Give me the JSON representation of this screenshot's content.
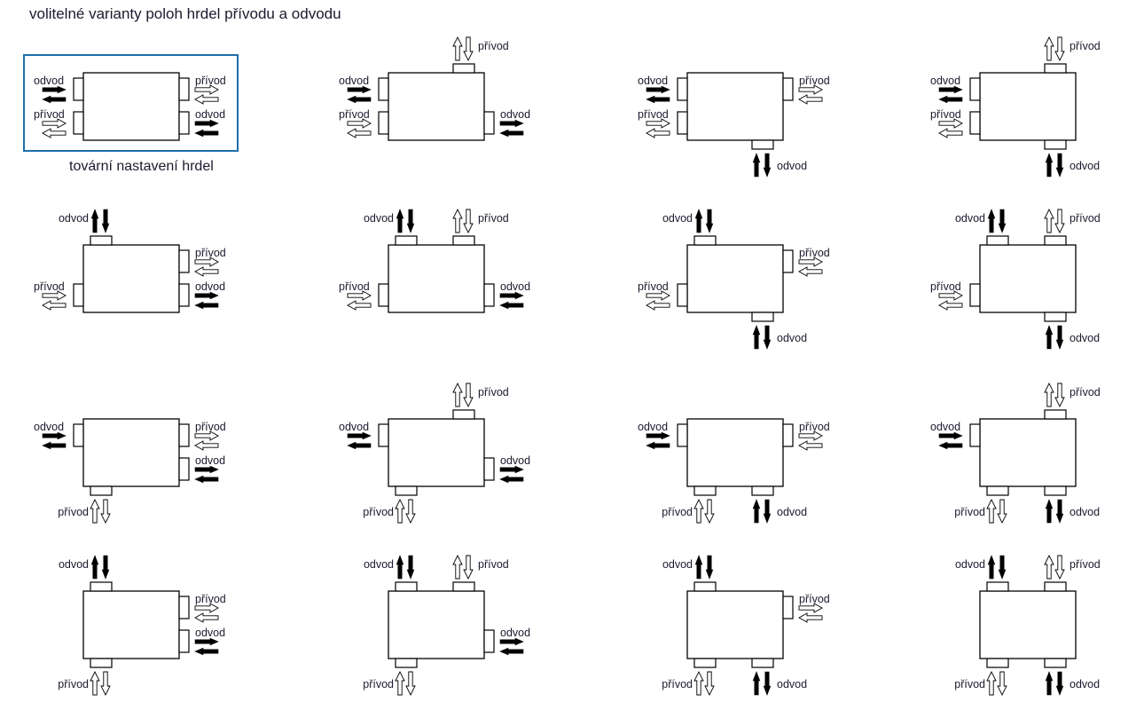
{
  "title": "volitelné varianty poloh hrdel přívodu a odvodu",
  "factory_label": "tovární nastavení hrdel",
  "legend": {
    "odvod": {
      "label": "odvod",
      "arrow_style": "filled-black"
    },
    "privod": {
      "label": "přívod",
      "arrow_style": "outlined-white"
    }
  },
  "colors": {
    "frame": "#1e6fa8",
    "line": "#000000",
    "text": "#1a1a2e"
  },
  "variants": [
    {
      "id": 1,
      "factory": true,
      "ports": {
        "left_top": "odvod",
        "left_bottom": "privod",
        "right_top": "privod",
        "right_bottom": "odvod"
      }
    },
    {
      "id": 2,
      "factory": false,
      "ports": {
        "left_top": "odvod",
        "left_bottom": "privod",
        "top_right": "privod",
        "right_bottom": "odvod"
      }
    },
    {
      "id": 3,
      "factory": false,
      "ports": {
        "left_top": "odvod",
        "left_bottom": "privod",
        "right_top": "privod",
        "bottom_right": "odvod"
      }
    },
    {
      "id": 4,
      "factory": false,
      "ports": {
        "left_top": "odvod",
        "left_bottom": "privod",
        "top_right": "privod",
        "bottom_right": "odvod"
      }
    },
    {
      "id": 5,
      "factory": false,
      "ports": {
        "top_left": "odvod",
        "left_bottom": "privod",
        "right_top": "privod",
        "right_bottom": "odvod"
      }
    },
    {
      "id": 6,
      "factory": false,
      "ports": {
        "top_left": "odvod",
        "top_right": "privod",
        "left_bottom": "privod",
        "right_bottom": "odvod"
      }
    },
    {
      "id": 7,
      "factory": false,
      "ports": {
        "top_left": "odvod",
        "left_bottom": "privod",
        "right_top": "privod",
        "bottom_right": "odvod"
      }
    },
    {
      "id": 8,
      "factory": false,
      "ports": {
        "top_left": "odvod",
        "top_right": "privod",
        "left_bottom": "privod",
        "bottom_right": "odvod"
      }
    },
    {
      "id": 9,
      "factory": false,
      "ports": {
        "left_top": "odvod",
        "right_top": "privod",
        "right_bottom": "odvod",
        "bottom_left": "privod"
      }
    },
    {
      "id": 10,
      "factory": false,
      "ports": {
        "left_top": "odvod",
        "top_right": "privod",
        "right_bottom": "odvod",
        "bottom_left": "privod"
      }
    },
    {
      "id": 11,
      "factory": false,
      "ports": {
        "left_top": "odvod",
        "right_top": "privod",
        "bottom_left": "privod",
        "bottom_right": "odvod"
      }
    },
    {
      "id": 12,
      "factory": false,
      "ports": {
        "left_top": "odvod",
        "top_right": "privod",
        "bottom_left": "privod",
        "bottom_right": "odvod"
      }
    },
    {
      "id": 13,
      "factory": false,
      "ports": {
        "top_left": "odvod",
        "right_top": "privod",
        "right_bottom": "odvod",
        "bottom_left": "privod"
      }
    },
    {
      "id": 14,
      "factory": false,
      "ports": {
        "top_left": "odvod",
        "top_right": "privod",
        "right_bottom": "odvod",
        "bottom_left": "privod"
      }
    },
    {
      "id": 15,
      "factory": false,
      "ports": {
        "top_left": "odvod",
        "right_top": "privod",
        "bottom_left": "privod",
        "bottom_right": "odvod"
      }
    },
    {
      "id": 16,
      "factory": false,
      "ports": {
        "top_left": "odvod",
        "top_right": "privod",
        "bottom_left": "privod",
        "bottom_right": "odvod"
      }
    }
  ]
}
